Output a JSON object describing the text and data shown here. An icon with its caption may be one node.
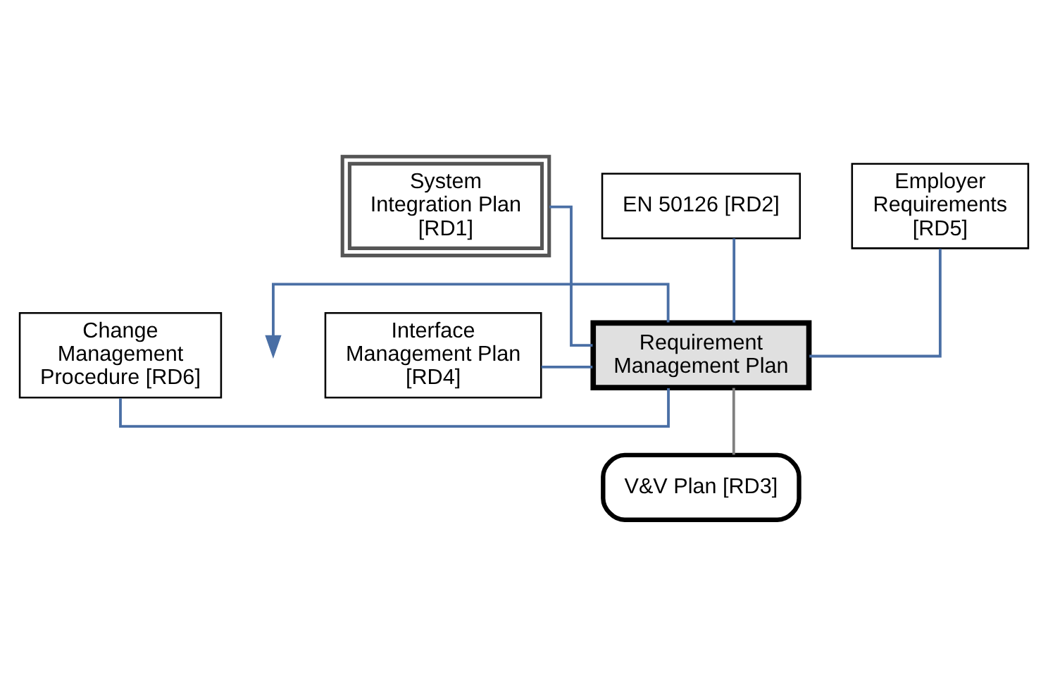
{
  "diagram": {
    "nodes": [
      {
        "text": [
          "System Integration Plan [RD1]"
        ]
      },
      {
        "text": [
          "EN 50126 [RD2]"
        ]
      },
      {
        "text": [
          "Employer Requirements [RD5]"
        ]
      },
      {
        "text": [
          "Interface Management Plan [RD4]"
        ]
      },
      {
        "text": [
          "Requirement Management Plan"
        ]
      },
      {
        "text": [
          "Change Management Procedure [RD6]"
        ]
      },
      {
        "text": [
          "V&V Plan [RD3]"
        ]
      }
    ],
    "edges": [
      {
        "from": 0,
        "to": 4,
        "arrow": "none"
      },
      {
        "from": 1,
        "to": 4,
        "arrow": "none"
      },
      {
        "from": 2,
        "to": 4,
        "arrow": "none"
      },
      {
        "from": 3,
        "to": 4,
        "arrow": "none"
      },
      {
        "from": 5,
        "to": 4,
        "arrow": "none"
      },
      {
        "from": 4,
        "to": null,
        "arrow": "to"
      },
      {
        "from": 4,
        "to": 6,
        "arrow": "none",
        "color": "#808080"
      }
    ]
  }
}
